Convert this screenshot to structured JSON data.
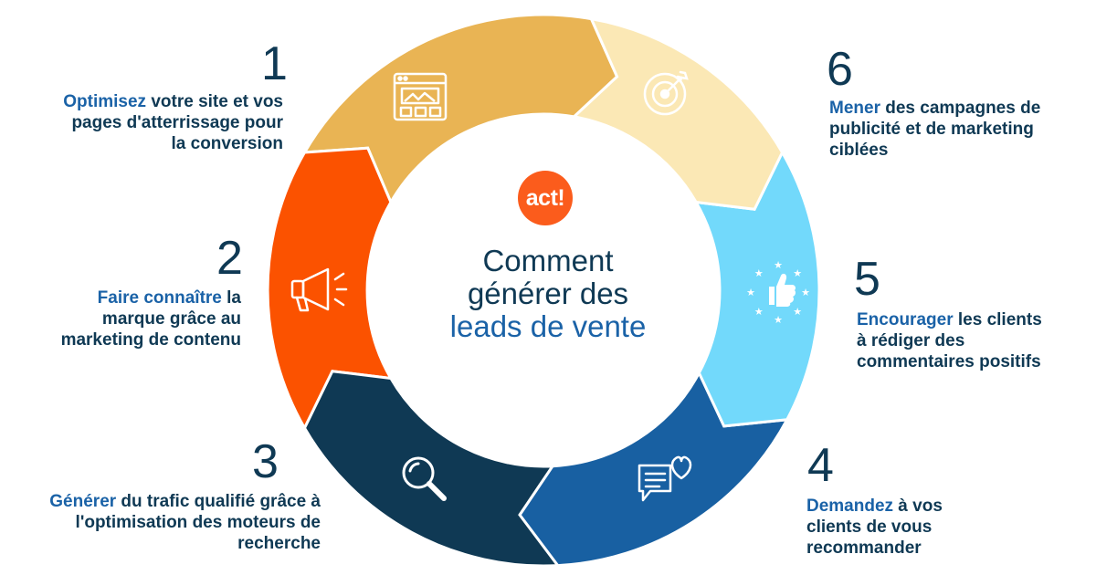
{
  "brand": {
    "logo_text": "act!",
    "orange": "#fb5c1c"
  },
  "center": {
    "line1": "Comment",
    "line2": "générer des",
    "line3": "leads de vente"
  },
  "colors": {
    "seg1": "#e9b454",
    "seg2": "#fb5200",
    "seg3": "#0f3954",
    "seg4": "#1860a2",
    "seg5": "#72d9fb",
    "seg6": "#fbe8b5",
    "text_dark": "#0f3954",
    "text_highlight": "#1a62a7"
  },
  "steps": [
    {
      "number": "1",
      "highlight": "Optimisez",
      "rest": " votre site et vos pages d'atterrissage pour la conversion",
      "icon": "webpage-layout-icon"
    },
    {
      "number": "2",
      "highlight": "Faire connaître",
      "rest": " la marque grâce au marketing de contenu",
      "icon": "megaphone-icon"
    },
    {
      "number": "3",
      "highlight": "Générer",
      "rest": " du trafic qualifié grâce à l'optimisation des moteurs de recherche",
      "icon": "magnifier-icon"
    },
    {
      "number": "4",
      "highlight": "Demandez",
      "rest": " à vos clients de vous recommander",
      "icon": "chat-heart-icon"
    },
    {
      "number": "5",
      "highlight": "Encourager",
      "rest": " les clients à rédiger des commentaires positifs",
      "icon": "thumbs-up-stars-icon"
    },
    {
      "number": "6",
      "highlight": "Mener",
      "rest": " des campagnes de publicité et de marketing ciblées",
      "icon": "target-icon"
    }
  ],
  "ghost_mark": "5"
}
